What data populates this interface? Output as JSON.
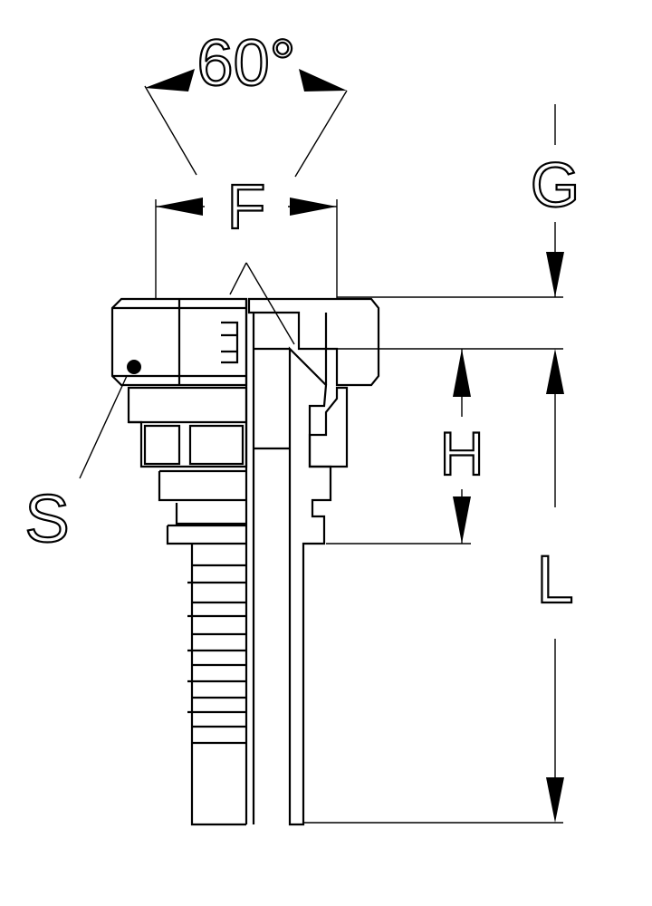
{
  "diagram": {
    "type": "hose fitting technical drawing (female swivel, 60° cone)",
    "stroke_color": "#000000",
    "background_color": "#ffffff",
    "labels": {
      "angle": "60°",
      "f": "F",
      "g": "G",
      "h": "H",
      "l": "L",
      "s": "S"
    }
  }
}
